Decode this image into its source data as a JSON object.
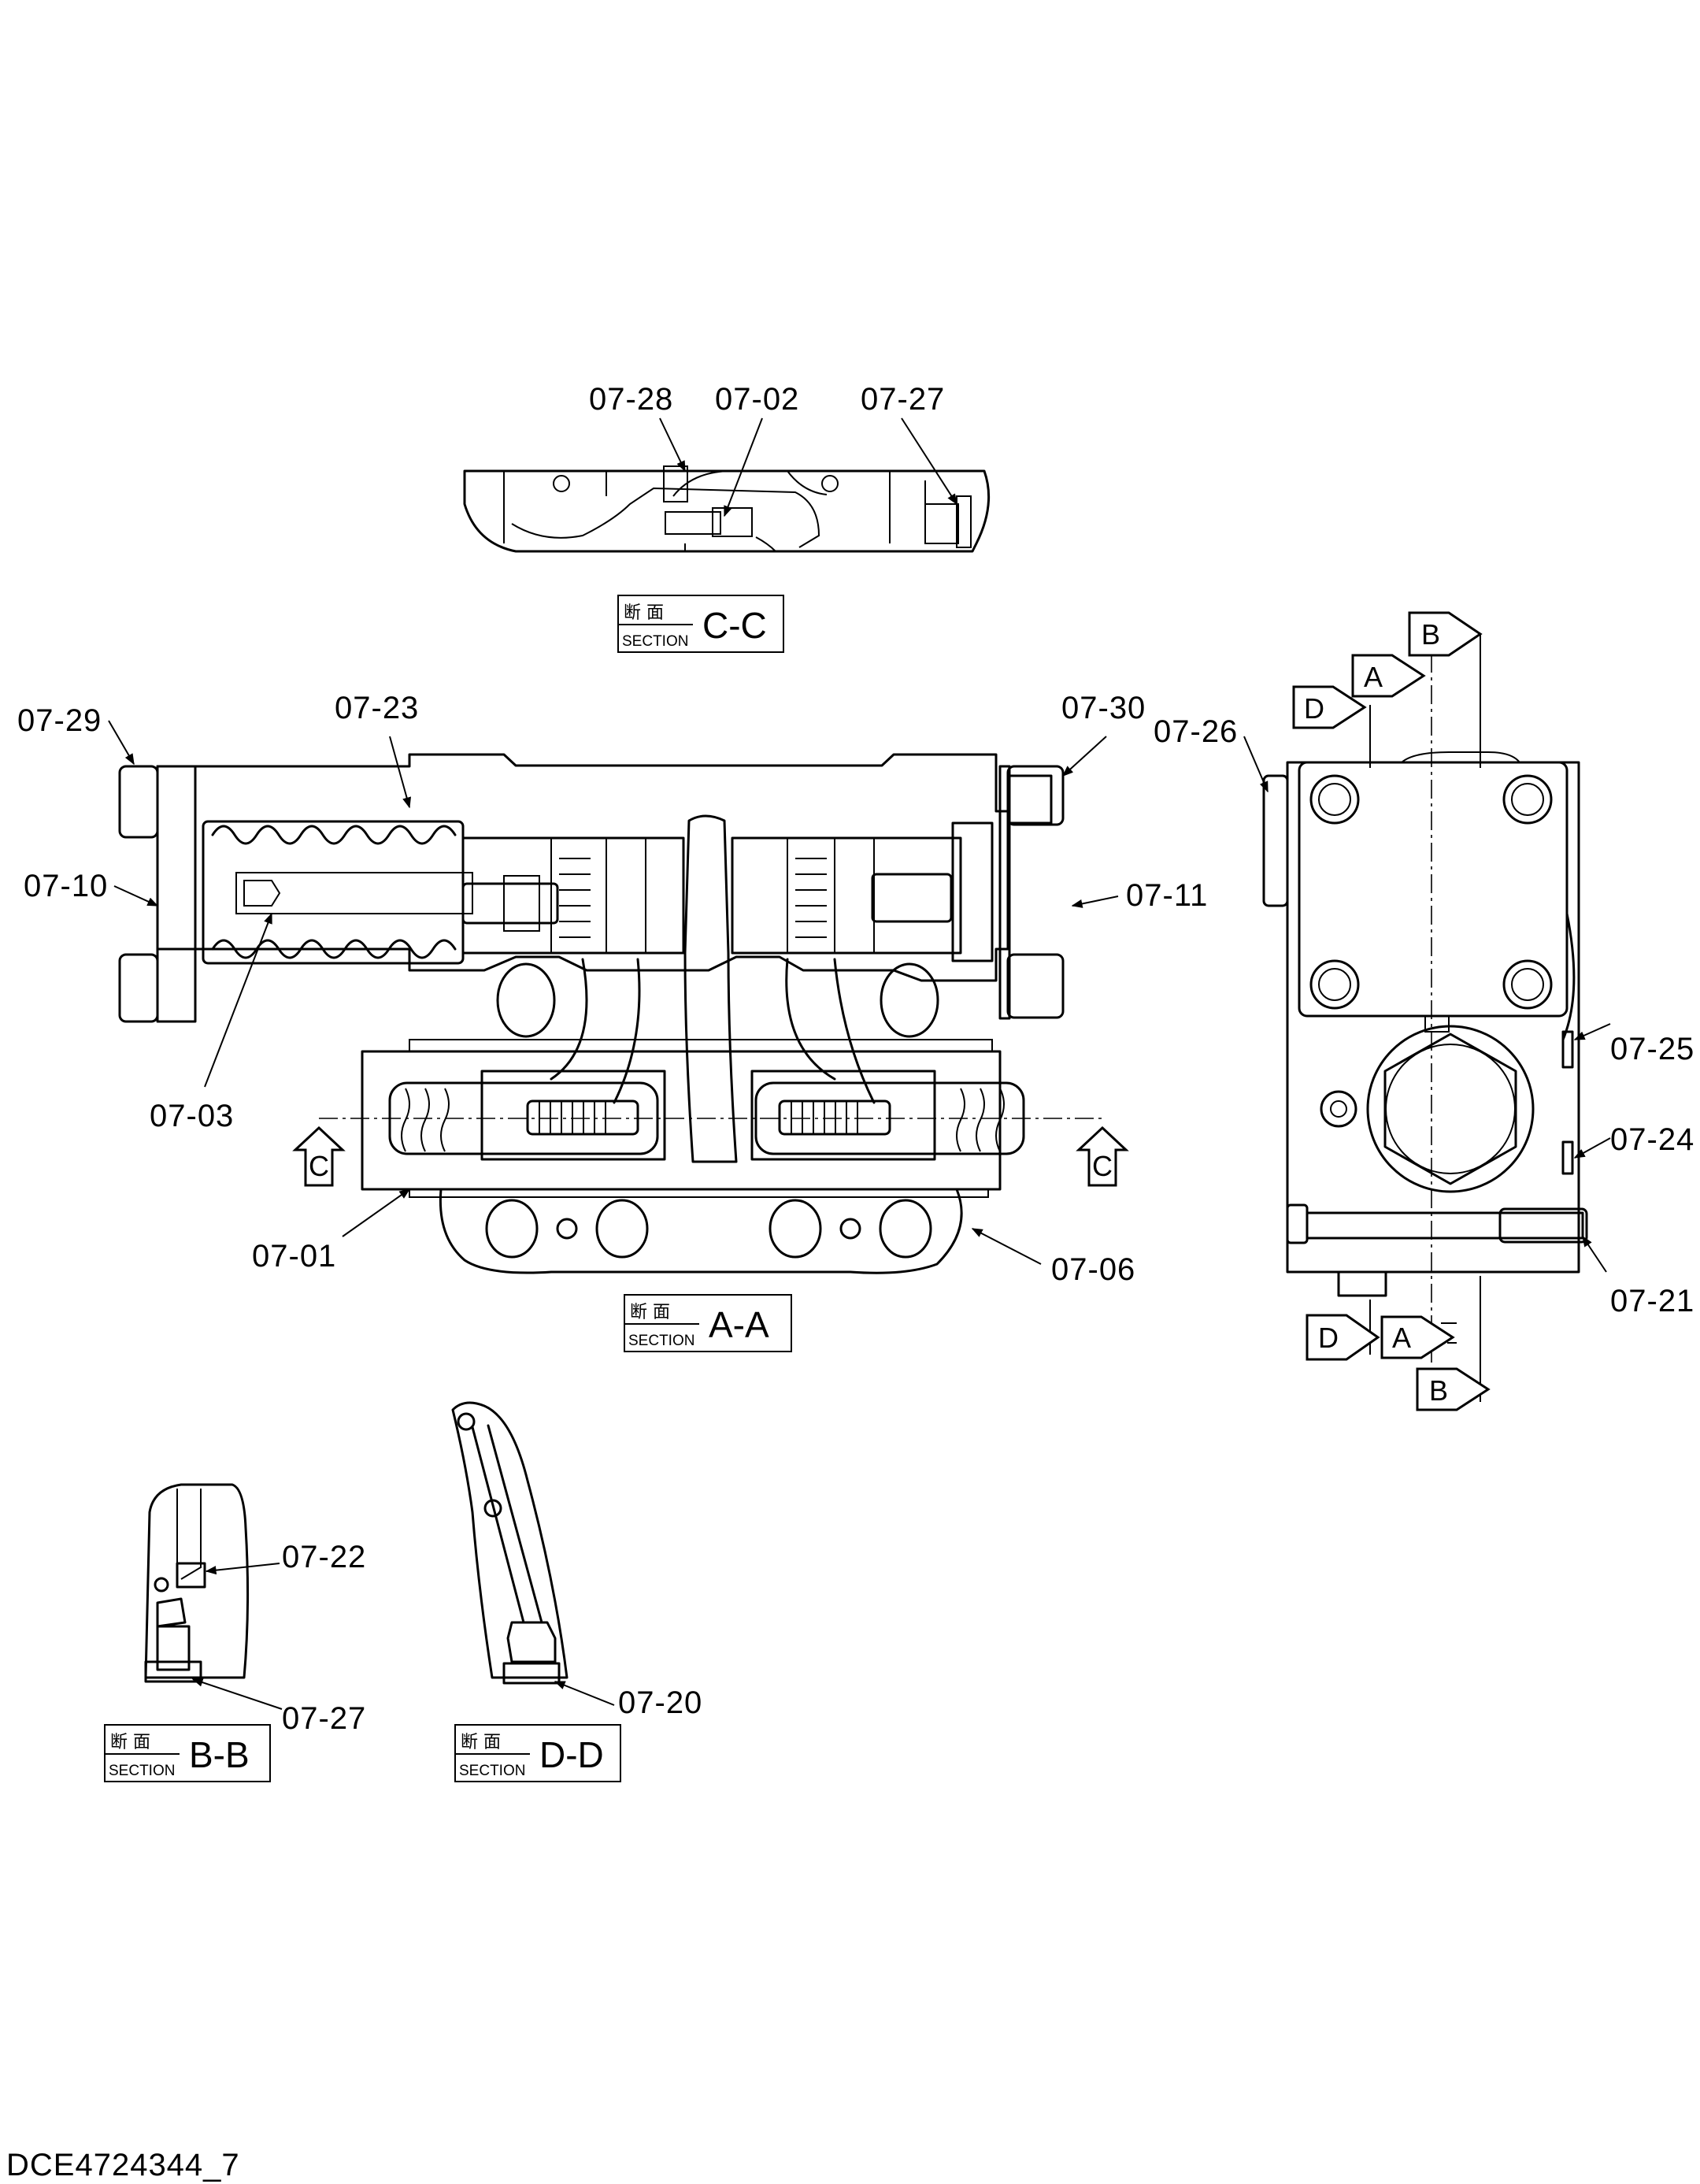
{
  "drawing_number": "DCE4724344_7",
  "section_caption": {
    "kanji": "断 面",
    "word": "SECTION"
  },
  "sections": [
    {
      "letters": "C-C"
    },
    {
      "letters": "A-A"
    },
    {
      "letters": "B-B"
    },
    {
      "letters": "D-D"
    }
  ],
  "callouts": [
    {
      "code": "07-28"
    },
    {
      "code": "07-02"
    },
    {
      "code": "07-27"
    },
    {
      "code": "07-29"
    },
    {
      "code": "07-23"
    },
    {
      "code": "07-30"
    },
    {
      "code": "07-26"
    },
    {
      "code": "07-10"
    },
    {
      "code": "07-11"
    },
    {
      "code": "07-03"
    },
    {
      "code": "07-25"
    },
    {
      "code": "07-24"
    },
    {
      "code": "07-01"
    },
    {
      "code": "07-06"
    },
    {
      "code": "07-21"
    },
    {
      "code": "07-22"
    },
    {
      "code": "07-27"
    },
    {
      "code": "07-20"
    }
  ],
  "view_markers": [
    {
      "letter": "B"
    },
    {
      "letter": "A"
    },
    {
      "letter": "D"
    },
    {
      "letter": "C"
    },
    {
      "letter": "C"
    },
    {
      "letter": "D"
    },
    {
      "letter": "A"
    },
    {
      "letter": "B"
    }
  ]
}
